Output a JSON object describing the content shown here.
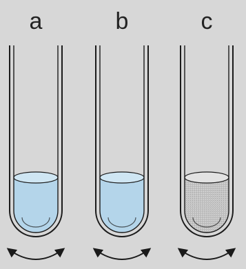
{
  "tubes": [
    {
      "label": "a",
      "liquid": "blue"
    },
    {
      "label": "b",
      "liquid": "blue"
    },
    {
      "label": "c",
      "liquid": "gray"
    }
  ],
  "colors": {
    "background": "#d7d7d7",
    "outline": "#1a1a1a",
    "liquid_blue": "#b4d5ea",
    "liquid_blue_top": "#cfe6f3",
    "liquid_gray": "#c2c2c2",
    "liquid_gray_top": "#e2e2e2"
  },
  "icons": {
    "swirl": "curved-double-arrow-icon"
  }
}
